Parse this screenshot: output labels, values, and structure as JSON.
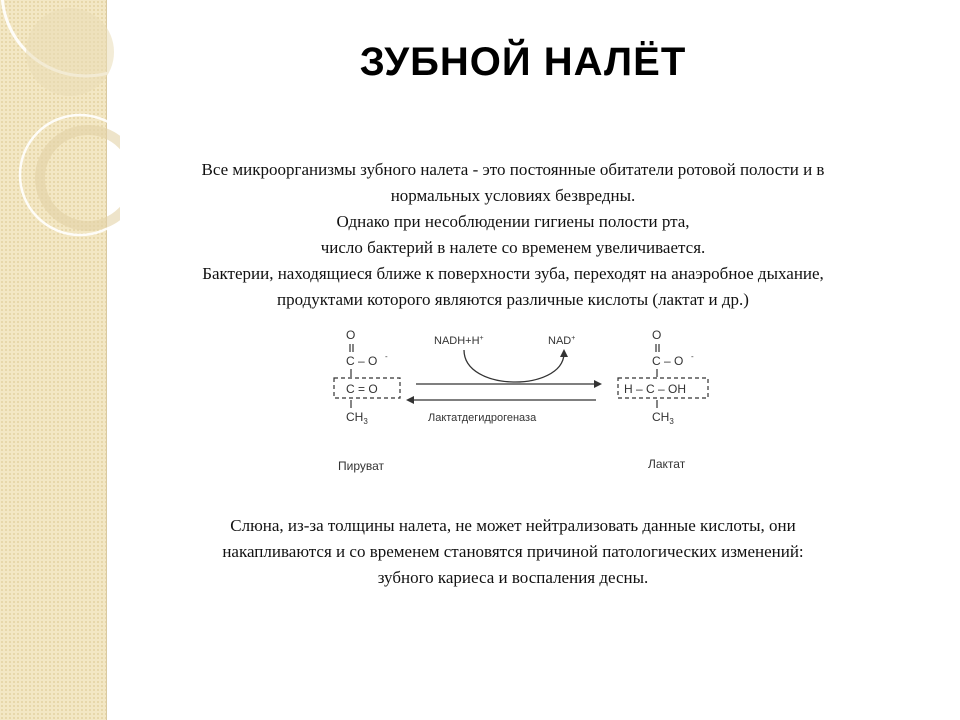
{
  "slide": {
    "title": "ЗУБНОЙ НАЛЁТ",
    "intro_lines": [
      "Все микроорганизмы зубного налета - это постоянные обитатели ротовой полости и в",
      "нормальных условиях безвредны.",
      "Однако при несоблюдении гигиены полости рта,",
      "число бактерий в налете со временем увеличивается.",
      "Бактерии, находящиеся ближе к поверхности зуба, переходят на анаэробное дыхание,",
      "продуктами которого являются различные кислоты (лактат и др.)"
    ],
    "conclusion_lines": [
      "Слюна, из-за толщины налета, не может нейтрализовать данные кислоты, они",
      "накапливаются и со временем становятся причиной патологических изменений:",
      "зубного кариеса и воспаления десны."
    ]
  },
  "reaction": {
    "pyruvate": {
      "top_o": "O",
      "carboxyl": "C – O",
      "carboxyl_charge": "-",
      "keto": "C = O",
      "methyl": "CH",
      "methyl_sub": "3",
      "name": "Пируват"
    },
    "lactate": {
      "top_o": "O",
      "carboxyl": "C – O",
      "carboxyl_charge": "-",
      "hydroxyl": "H – C – OH",
      "methyl": "CH",
      "methyl_sub": "3",
      "name": "Лактат"
    },
    "cofactor_in": "NADH+H",
    "cofactor_in_sup": "+",
    "cofactor_out": "NAD",
    "cofactor_out_sup": "+",
    "enzyme": "Лактатдегидрогеназа"
  },
  "colors": {
    "sidebar_bg": "#f3e7c4",
    "text": "#111111",
    "diagram": "#333333"
  }
}
